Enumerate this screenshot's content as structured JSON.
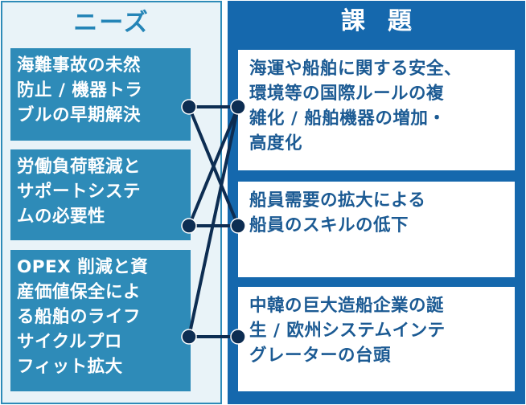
{
  "needs": {
    "title": "ニーズ",
    "items": [
      {
        "label": "海難事故の未然\n防止 / 機器トラ\nブルの早期解決"
      },
      {
        "label": "労働負荷軽減と\nサポートシステ\nムの必要性"
      },
      {
        "label": "OPEX 削減と資\n産価値保全によ\nる船舶のライフ\nサイクルプロ\nフィット拡大"
      }
    ]
  },
  "issues": {
    "title": "課題",
    "items": [
      {
        "label": "海運や船舶に関する安全、\n環境等の国際ルールの複\n雑化 / 船舶機器の増加・\n高度化"
      },
      {
        "label": "船員需要の拡大による\n船員のスキルの低下"
      },
      {
        "label": "中韓の巨大造船企業の誕\n生 / 欧州システムインテ\nグレーターの台頭"
      }
    ]
  },
  "connections": [
    {
      "from": "need-1",
      "to": "issue-1"
    },
    {
      "from": "need-1",
      "to": "issue-2"
    },
    {
      "from": "need-2",
      "to": "issue-1"
    },
    {
      "from": "need-2",
      "to": "issue-2"
    },
    {
      "from": "need-3",
      "to": "issue-1"
    },
    {
      "from": "need-3",
      "to": "issue-3"
    }
  ],
  "colors": {
    "needs_box": "#2e8bb8",
    "issues_panel": "#1568ad",
    "connector": "#0d2d52"
  }
}
